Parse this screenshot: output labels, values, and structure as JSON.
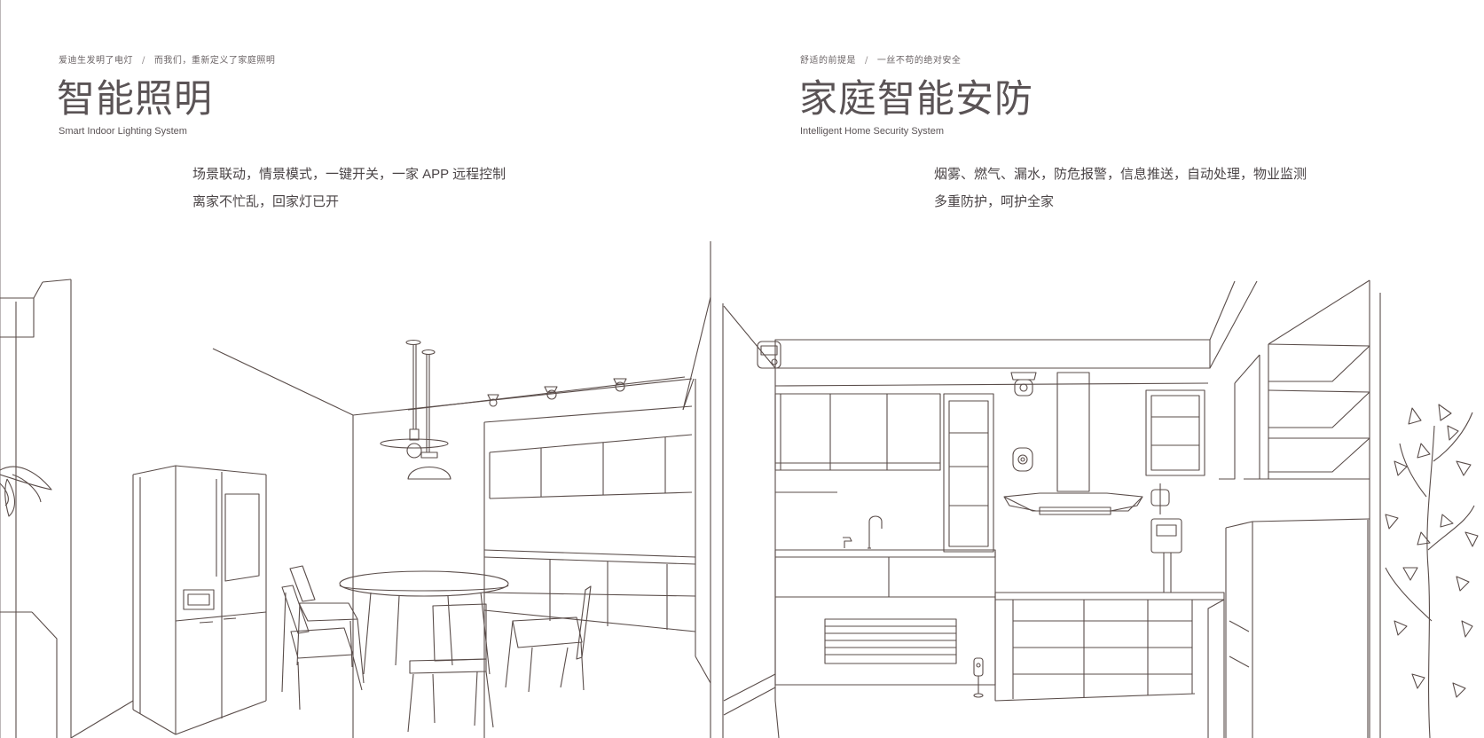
{
  "lighting": {
    "kicker_a": "爱迪生发明了电灯",
    "kicker_sep": "/",
    "kicker_b": "而我们，重新定义了家庭照明",
    "title": "智能照明",
    "subtitle": "Smart Indoor Lighting System",
    "line1": "场景联动，情景模式，一键开关，一家 APP 远程控制",
    "line2": "离家不忙乱，回家灯已开"
  },
  "security": {
    "kicker_a": "舒适的前提是",
    "kicker_sep": "/",
    "kicker_b": "一丝不苟的绝对安全",
    "title": "家庭智能安防",
    "subtitle": "Intelligent Home Security System",
    "line1": "烟雾、燃气、漏水，防危报警，信息推送，自动处理，物业监测",
    "line2": "多重防护，呵护全家"
  },
  "colors": {
    "line_art": "#5a4d4a",
    "text": "#4a4446"
  }
}
